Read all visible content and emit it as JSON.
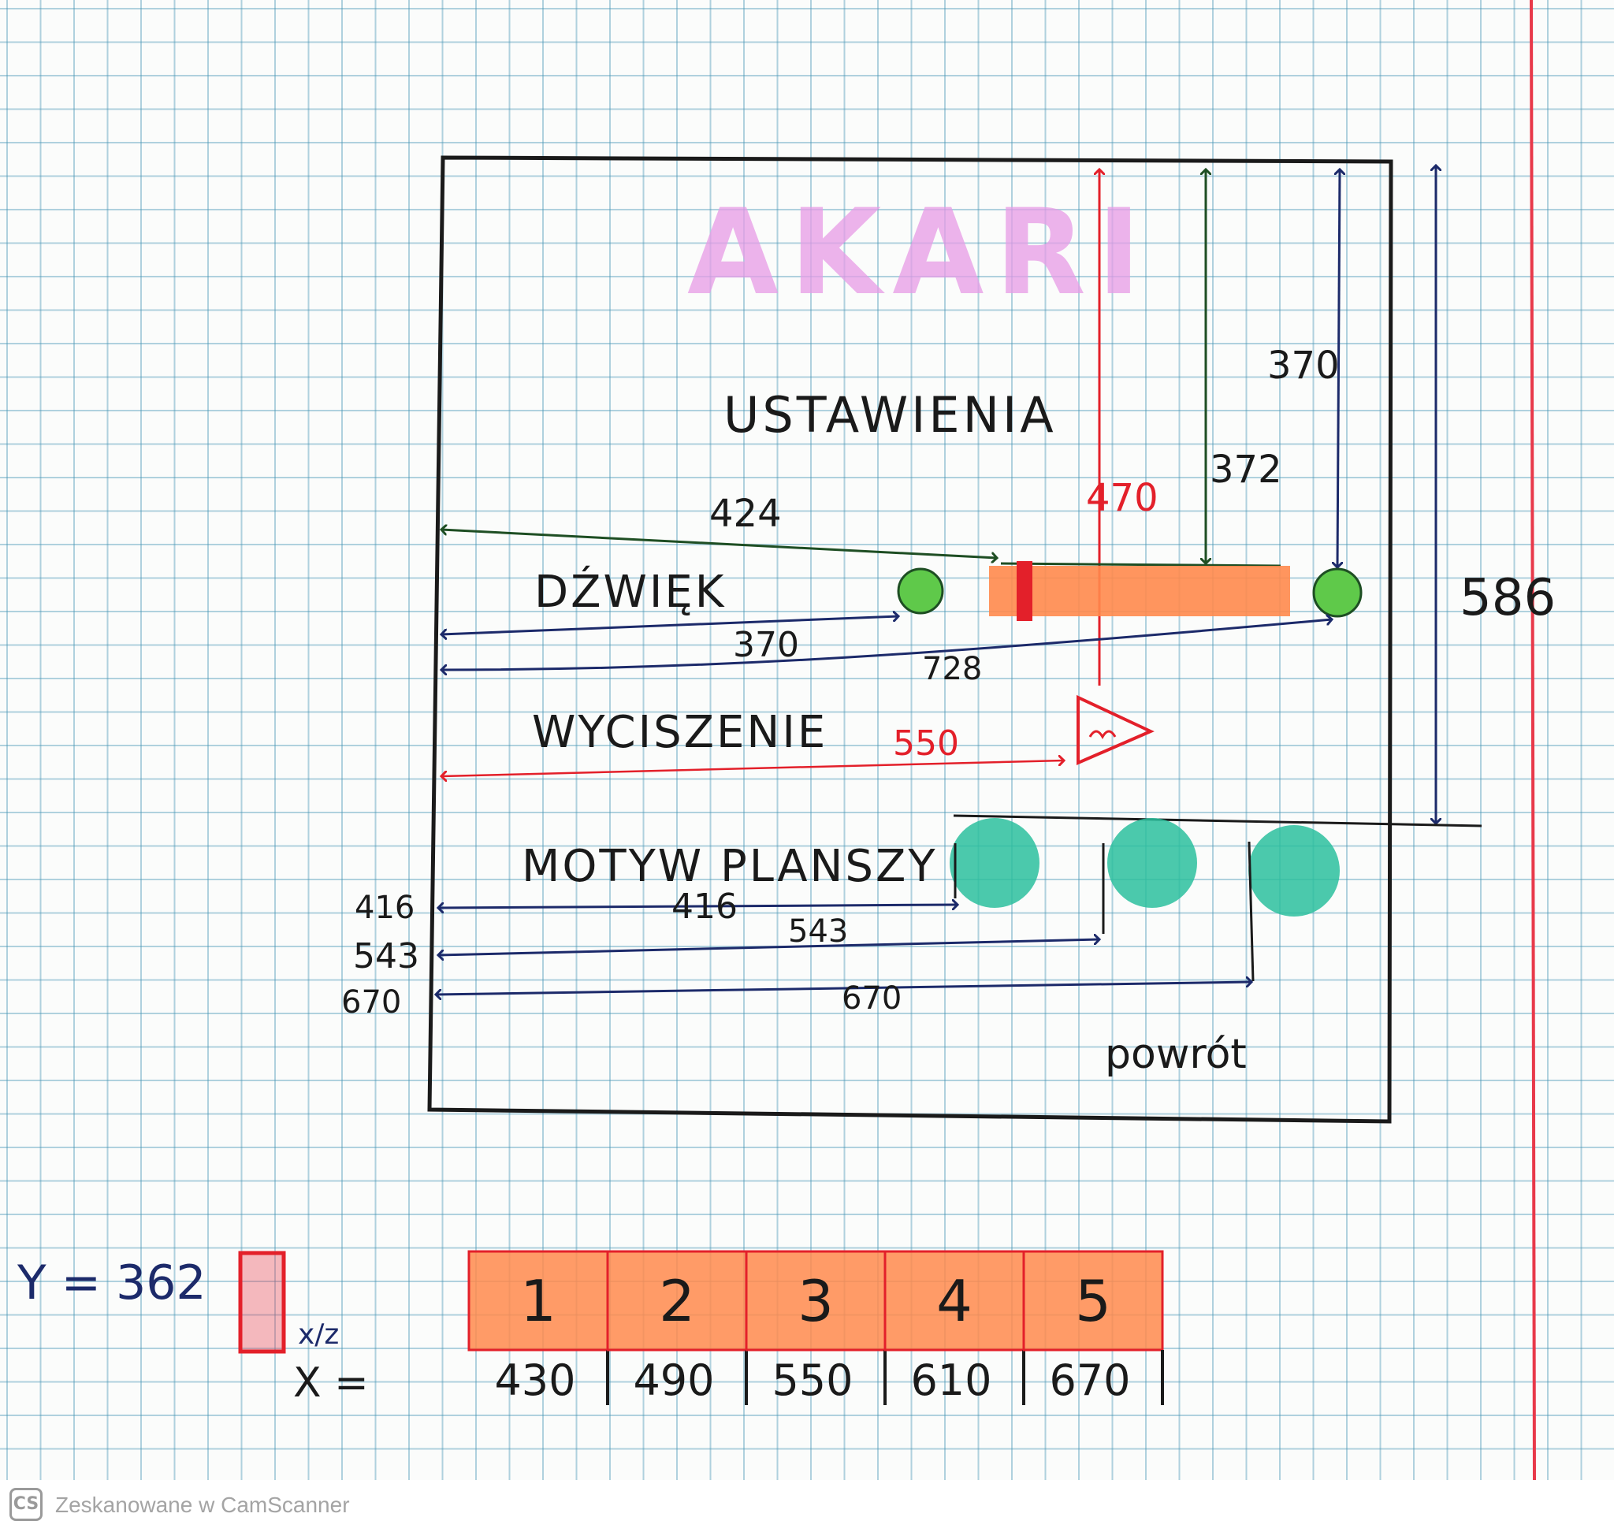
{
  "title_logo": "AKARI",
  "screen_title": "USTAWIENIA",
  "items": {
    "sound": "DŹWIĘK",
    "mute": "WYCISZENIE",
    "theme": "MOTYW PLANSZY",
    "back": "powrót"
  },
  "dimensions": {
    "top_to_row": "424",
    "left_to_knob": "370",
    "left_to_end": "728",
    "left_to_mute": "550",
    "height_bar": "372",
    "height_knob": "370",
    "height_mute": "470",
    "height_total": "586",
    "theme_1": "416",
    "theme_2": "543",
    "theme_3": "670",
    "theme_1_left": "416",
    "theme_2_left": "543",
    "theme_3_left": "670"
  },
  "slider_legend": {
    "y_label": "Y = 362",
    "x_label": "X =",
    "x_small": "x/z",
    "segments": [
      "1",
      "2",
      "3",
      "4",
      "5"
    ],
    "positions": [
      "430",
      "490",
      "550",
      "610",
      "670"
    ]
  },
  "colors": {
    "logo": "#e79be6",
    "bar": "#ff8a4c",
    "knob": "#5fc94a",
    "theme_circle": "#2bbf9d",
    "red_ink": "#e3202a",
    "navy_ink": "#1c2a6a",
    "green_ink": "#1e4e23",
    "margin_line": "#e8394a"
  },
  "footer": {
    "badge": "CS",
    "text": "Zeskanowane w CamScanner"
  }
}
